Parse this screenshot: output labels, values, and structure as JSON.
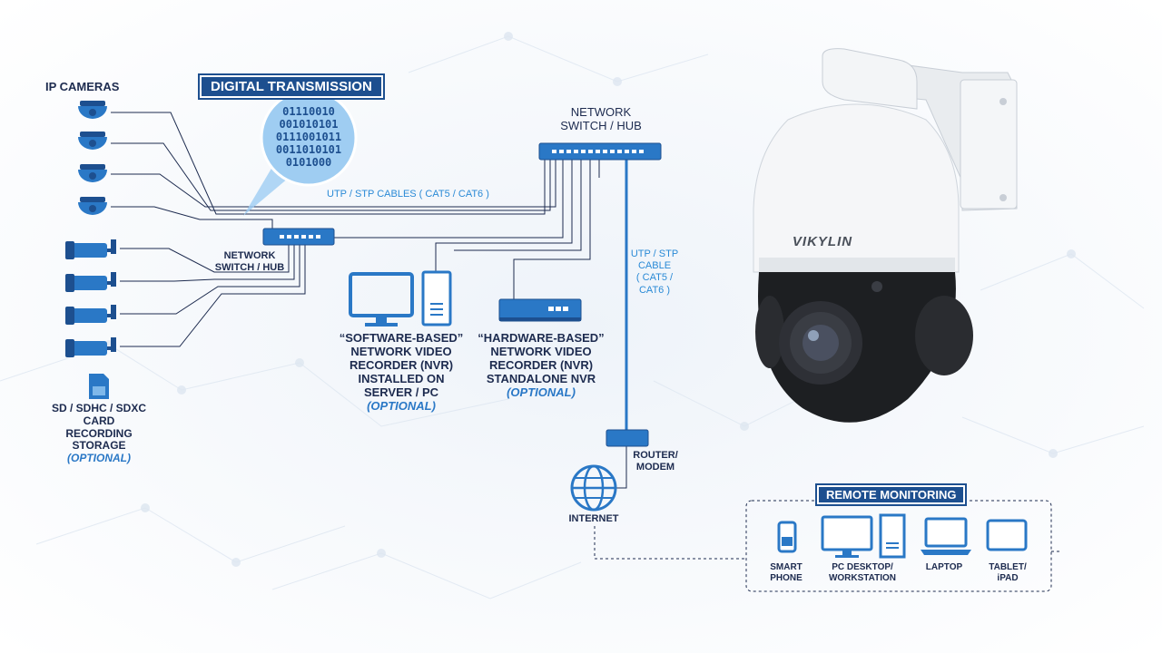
{
  "badges": {
    "digital_transmission": "DIGITAL TRANSMISSION",
    "remote_monitoring": "REMOTE MONITORING"
  },
  "labels": {
    "ip_cameras": "IP CAMERAS",
    "network_switch_small": [
      "NETWORK",
      "SWITCH / HUB"
    ],
    "network_switch_main": [
      "NETWORK",
      "SWITCH / HUB"
    ],
    "sd_card": [
      "SD / SDHC / SDXC",
      "CARD",
      "RECORDING",
      "STORAGE"
    ],
    "sd_card_optional": "(OPTIONAL)",
    "software_nvr": [
      "“SOFTWARE-BASED”",
      "NETWORK VIDEO",
      "RECORDER (NVR)",
      "INSTALLED ON",
      "SERVER / PC"
    ],
    "software_nvr_optional": "(OPTIONAL)",
    "hardware_nvr": [
      "“HARDWARE-BASED”",
      "NETWORK VIDEO",
      "RECORDER (NVR)",
      "STANDALONE NVR"
    ],
    "hardware_nvr_optional": "(OPTIONAL)",
    "router_modem": [
      "ROUTER/",
      "MODEM"
    ],
    "internet": "INTERNET",
    "utp_cables_horizontal": "UTP / STP CABLES ( CAT5 / CAT6 )",
    "utp_cable_vertical": [
      "UTP / STP",
      "CABLE",
      "( CAT5 /",
      "CAT6 )"
    ]
  },
  "binary_lines": [
    "01110010",
    "001010101",
    "0111001011",
    "0011010101",
    "0101000"
  ],
  "remote_devices": [
    {
      "icon": "smartphone-icon",
      "label": [
        "SMART",
        "PHONE"
      ]
    },
    {
      "icon": "desktop-pc-icon",
      "label": [
        "PC DESKTOP/",
        "WORKSTATION"
      ]
    },
    {
      "icon": "laptop-icon",
      "label": [
        "LAPTOP"
      ]
    },
    {
      "icon": "tablet-icon",
      "label": [
        "TABLET/",
        "iPAD"
      ]
    }
  ],
  "brand": "VIKYLIN",
  "colors": {
    "device_blue": "#2a78c6",
    "device_dark": "#1d4f8f",
    "text_navy": "#1d2b4f",
    "cable_line": "#1d2b4f",
    "accent_line": "#2a8ad6"
  }
}
